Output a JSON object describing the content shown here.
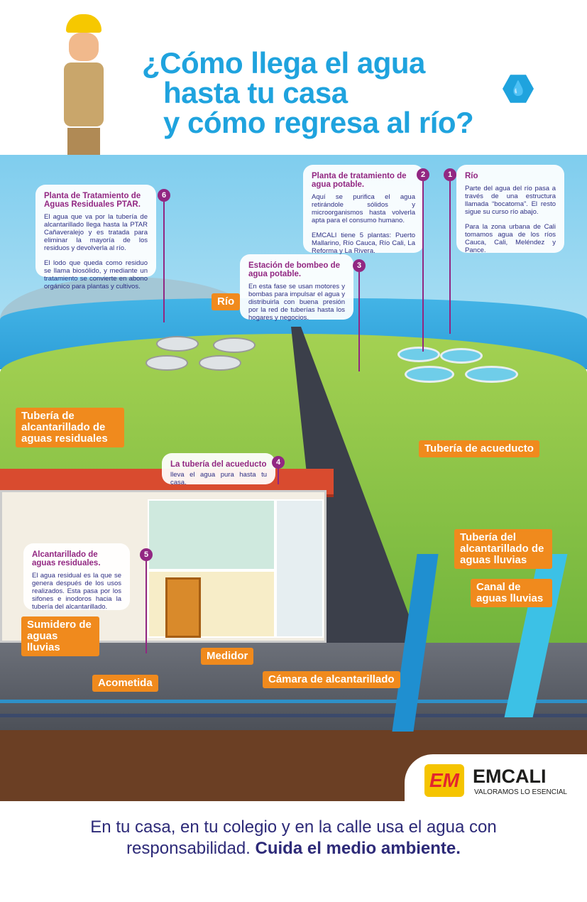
{
  "title": {
    "line1": "¿Cómo llega el agua",
    "line2": "hasta tu casa",
    "line3": "y cómo regresa al río?"
  },
  "steps": [
    {
      "num": "1",
      "title": "Río",
      "paragraphs": [
        "Parte del agua del río pasa a través de una estructura llamada “bocatoma”. El resto sigue su curso río abajo.",
        "Para la zona urbana de Cali tomamos agua de los ríos Cauca, Cali, Meléndez y Pance."
      ]
    },
    {
      "num": "2",
      "title": "Planta de tratamiento de agua potable.",
      "paragraphs": [
        "Aquí se purifica el agua retirándole sólidos y microorganismos hasta volverla apta para el consumo humano.",
        "EMCALI tiene 5 plantas: Puerto Mallarino, Río Cauca, Río Cali, La Reforma y La Rivera."
      ]
    },
    {
      "num": "3",
      "title": "Estación de bombeo de agua potable.",
      "paragraphs": [
        "En esta fase se usan motores y bombas para impulsar el agua y distribuirla con buena presión por la red de tuberías hasta los hogares y negocios."
      ]
    },
    {
      "num": "4",
      "title": "La tubería del acueducto",
      "paragraphs": [
        "lleva el agua pura hasta tu casa."
      ]
    },
    {
      "num": "5",
      "title": "Alcantarillado de aguas residuales.",
      "paragraphs": [
        "El agua residual es la que se genera después de los usos realizados. Esta pasa por los sifones e inodoros hacia la tubería del alcantarillado."
      ]
    },
    {
      "num": "6",
      "title": "Planta de Tratamiento de Aguas Residuales PTAR.",
      "paragraphs": [
        "El agua que va por la tubería de alcantarillado llega hasta la PTAR Cañaveralejo y es tratada para eliminar la mayoría de los residuos y devolverla al río.",
        "El lodo que queda como residuo se llama biosólido, y mediante un tratamiento se convierte en abono orgánico para plantas y cultivos."
      ]
    }
  ],
  "labels": {
    "rio": "Río",
    "tuberia_alcantarillado": "Tubería de alcantarillado de aguas residuales",
    "tuberia_acueducto": "Tubería de acueducto",
    "tuberia_lluvias": "Tubería del alcantarillado de aguas lluvias",
    "canal": "Canal de aguas lluvias",
    "sumidero": "Sumidero de aguas lluvias",
    "medidor": "Medidor",
    "acometida": "Acometida",
    "camara": "Cámara de alcantarillado"
  },
  "logo": {
    "name": "EMCALI",
    "tagline": "VALORAMOS LO ESENCIAL"
  },
  "footer": {
    "line1": "En tu casa, en tu colegio y en la calle usa el agua con",
    "line2_regular": "responsabilidad. ",
    "line2_bold": "Cuida el medio ambiente."
  },
  "colors": {
    "title": "#1fa3de",
    "accent": "#922782",
    "label": "#f08a1d",
    "footer": "#2d2a78"
  }
}
